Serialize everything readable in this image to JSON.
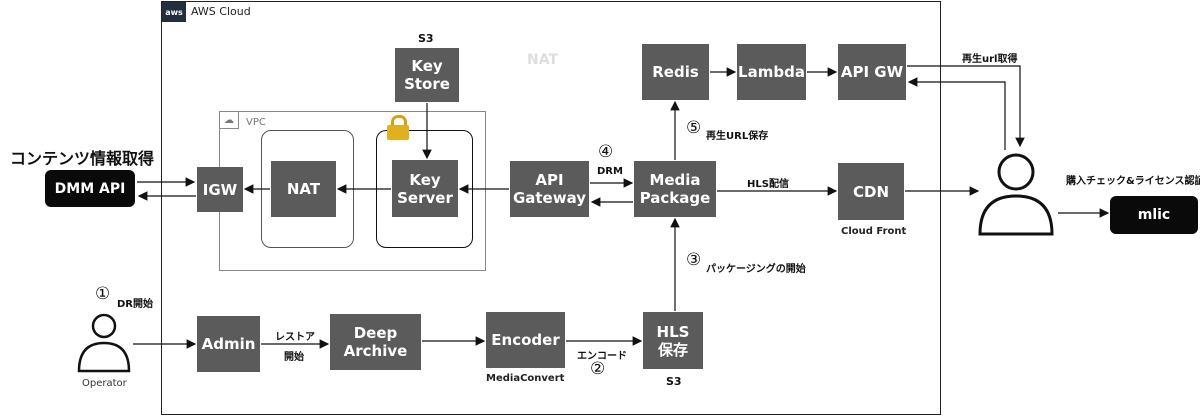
{
  "cloud": {
    "title": "AWS Cloud",
    "logo": "aws"
  },
  "vpc": {
    "title": "VPC"
  },
  "nat_ghost": "NAT",
  "left_heading": "コンテンツ情報取得",
  "nodes": {
    "dmm_api": "DMM API",
    "igw": "IGW",
    "nat": "NAT",
    "key_server": "Key\nServer",
    "key_store": "Key\nStore",
    "api_gateway": "API\nGateway",
    "media_package": "Media\nPackage",
    "redis": "Redis",
    "lambda": "Lambda",
    "api_gw": "API GW",
    "cdn": "CDN",
    "mlic": "mlic",
    "admin": "Admin",
    "deep_archive": "Deep\nArchive",
    "encoder": "Encoder",
    "hls_store": "HLS\n保存"
  },
  "captions": {
    "s3_top": "S3",
    "s3_bottom": "S3",
    "cloud_front": "Cloud Front",
    "media_convert": "MediaConvert",
    "operator": "Operator"
  },
  "edge_labels": {
    "drm": "DRM",
    "hls_delivery": "HLS配信",
    "playback_url_get": "再生url取得",
    "license_check": "購入チェック&ライセンス認証",
    "restore_start_1": "レストア",
    "restore_start_2": "開始",
    "encode": "エンコード",
    "save_url": "再生URL保存",
    "packaging_start": "パッケージングの開始",
    "dr_start": "DR開始"
  },
  "steps": {
    "s1": "①",
    "s2": "②",
    "s3": "③",
    "s4": "④",
    "s5": "⑤"
  },
  "colors": {
    "box": "#5b5b5b",
    "dark": "#0a0a0a",
    "line": "#111111",
    "border": "#888888"
  }
}
